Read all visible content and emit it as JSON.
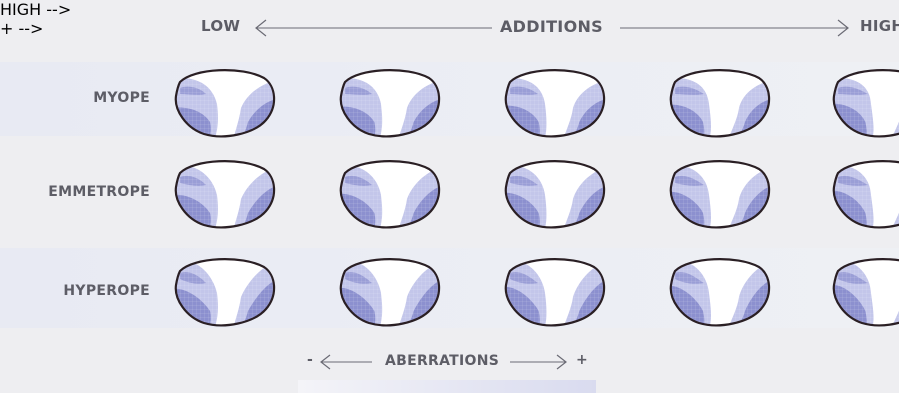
{
  "header": {
    "low_label": "LOW",
    "center_label": "ADDITIONS",
    "high_label": "HIGH"
  },
  "rows": [
    {
      "label": "MYOPE"
    },
    {
      "label": "EMMETROPE"
    },
    {
      "label": "HYPEROPE"
    }
  ],
  "footer": {
    "minus_label": "-",
    "center_label": "ABERRATIONS",
    "plus_label": "+"
  },
  "colors": {
    "lens_outline": "#2a1f24",
    "zone_light": "#c3c6ea",
    "zone_dark": "#8c90cf",
    "label_text": "#5d5d66"
  }
}
